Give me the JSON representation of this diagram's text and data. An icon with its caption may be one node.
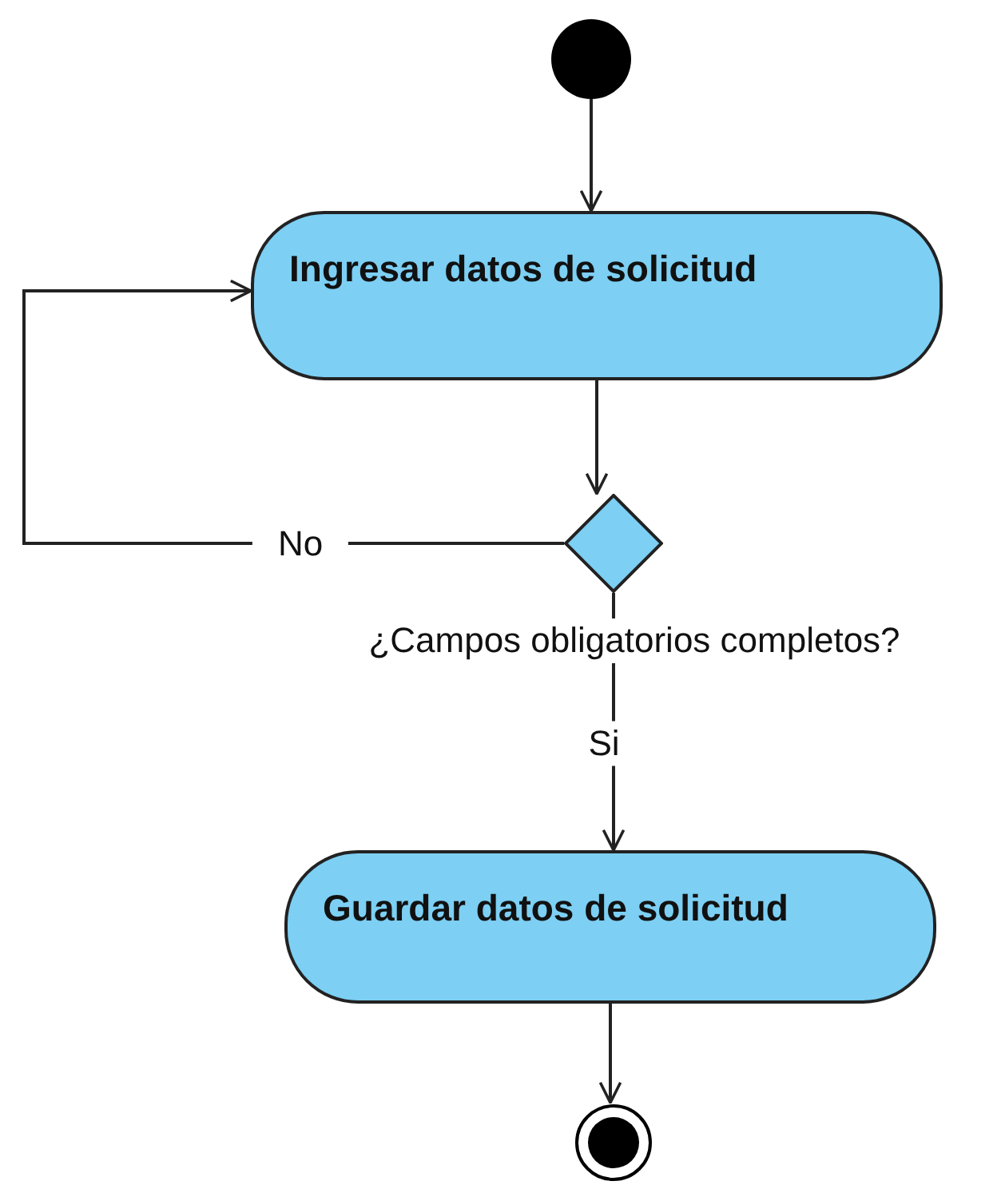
{
  "diagram": {
    "nodes": [
      {
        "text": [],
        "shape": "circle"
      },
      {
        "text": [
          "Ingresar datos de solicitud"
        ]
      },
      {
        "text": [],
        "shape": "diamond",
        "beside": [
          "¿Campos obligatorios completos?"
        ]
      },
      {
        "text": [
          "Guardar datos de solicitud"
        ]
      },
      {
        "text": [],
        "shape": "circle"
      }
    ],
    "edges": [
      {
        "from": 0,
        "to": 1,
        "arrow": "to"
      },
      {
        "from": 1,
        "to": 2,
        "arrow": "to"
      },
      {
        "from": 2,
        "to": 1,
        "arrow": "to",
        "label": "No"
      },
      {
        "from": 2,
        "to": 3,
        "arrow": "to",
        "label": "Si"
      },
      {
        "from": 3,
        "to": 4,
        "arrow": "to"
      }
    ]
  }
}
